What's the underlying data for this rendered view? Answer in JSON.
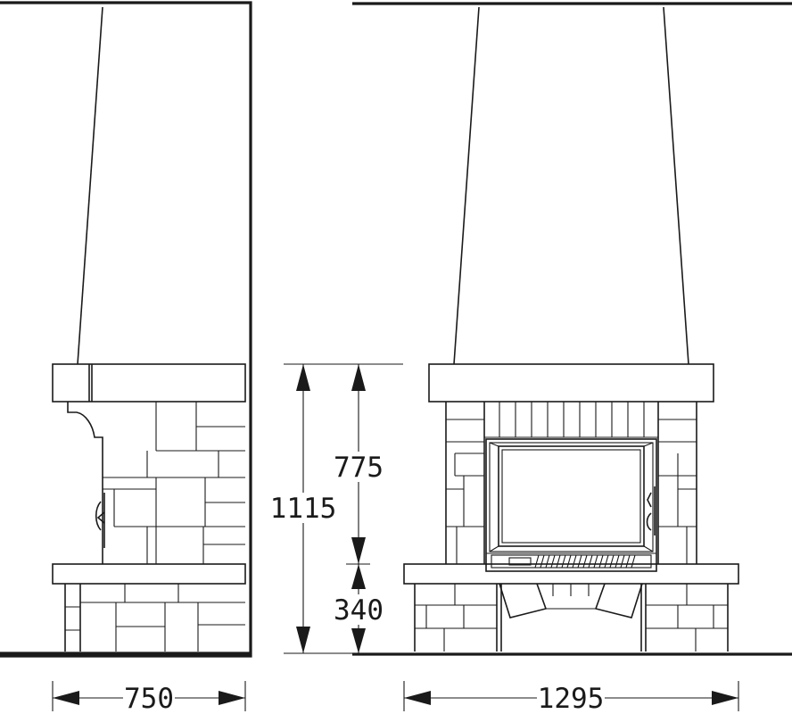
{
  "dimensions": {
    "side_depth": "750",
    "front_width": "1295",
    "total_height": "1115",
    "firebox_height": "775",
    "base_height": "340"
  }
}
